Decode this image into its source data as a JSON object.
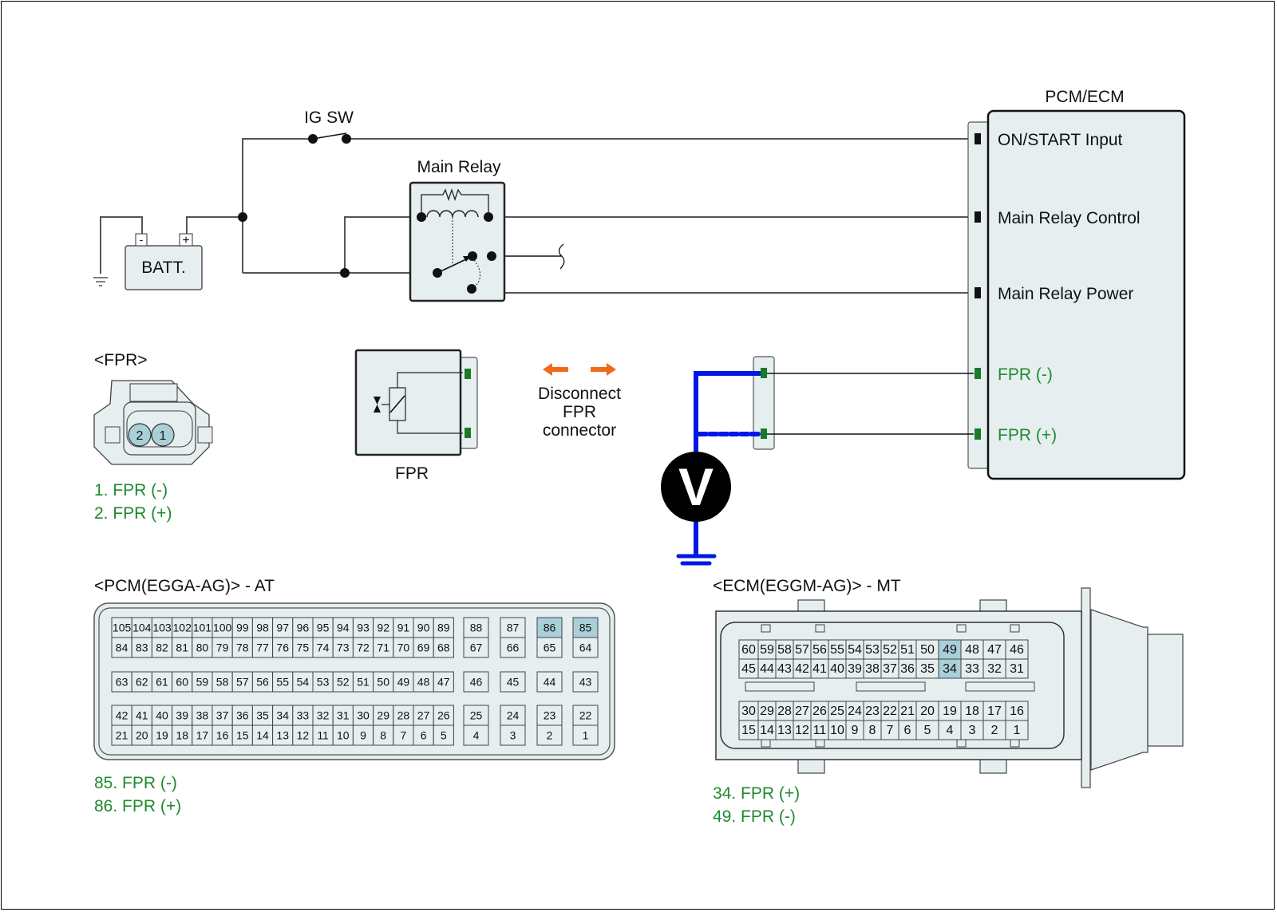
{
  "title": "FPR circuit inspection",
  "colors": {
    "body_fill": "#e6eef0",
    "highlight_pin": "#a9cfd8",
    "signal_green": "#1f8a2e",
    "meter_wire": "#0018e6",
    "arrow_orange": "#f06a1a"
  },
  "circuit": {
    "ig_sw": "IG SW",
    "main_relay": "Main Relay",
    "battery": "BATT.",
    "battery_minus": "-",
    "battery_plus": "+",
    "module_title": "PCM/ECM",
    "terminals": [
      {
        "label": "ON/START Input",
        "color": "black"
      },
      {
        "label": "Main Relay Control",
        "color": "black"
      },
      {
        "label": "Main Relay Power",
        "color": "black"
      },
      {
        "label": "FPR (-)",
        "color": "green"
      },
      {
        "label": "FPR (+)",
        "color": "green"
      }
    ],
    "fpr_component_label": "FPR",
    "disconnect_note": [
      "Disconnect",
      "FPR",
      "connector"
    ],
    "meter_symbol": "V"
  },
  "fpr_connector": {
    "title": "<FPR>",
    "pins": [
      "2",
      "1"
    ],
    "legend": [
      "1. FPR (-)",
      "2. FPR (+)"
    ]
  },
  "pcm_connector": {
    "title": "<PCM(EGGA-AG)> - AT",
    "group_a": {
      "rows": [
        [
          "105",
          "104",
          "103",
          "102",
          "101",
          "100",
          "99",
          "98",
          "97",
          "96",
          "95",
          "94",
          "93",
          "92",
          "91",
          "90",
          "89"
        ],
        [
          "84",
          "83",
          "82",
          "81",
          "80",
          "79",
          "78",
          "77",
          "76",
          "75",
          "74",
          "73",
          "72",
          "71",
          "70",
          "69",
          "68"
        ]
      ],
      "side": [
        [
          "88",
          "67"
        ],
        [
          "87",
          "66"
        ],
        [
          "86",
          "65"
        ],
        [
          "85",
          "64"
        ]
      ]
    },
    "group_b": {
      "rows": [
        [
          "63",
          "62",
          "61",
          "60",
          "59",
          "58",
          "57",
          "56",
          "55",
          "54",
          "53",
          "52",
          "51",
          "50",
          "49",
          "48",
          "47"
        ]
      ],
      "side": [
        [
          "46"
        ],
        [
          "45"
        ],
        [
          "44"
        ],
        [
          "43"
        ]
      ]
    },
    "group_c": {
      "rows": [
        [
          "42",
          "41",
          "40",
          "39",
          "38",
          "37",
          "36",
          "35",
          "34",
          "33",
          "32",
          "31",
          "30",
          "29",
          "28",
          "27",
          "26"
        ],
        [
          "21",
          "20",
          "19",
          "18",
          "17",
          "16",
          "15",
          "14",
          "13",
          "12",
          "11",
          "10",
          "9",
          "8",
          "7",
          "6",
          "5"
        ]
      ],
      "side": [
        [
          "25",
          "4"
        ],
        [
          "24",
          "3"
        ],
        [
          "23",
          "2"
        ],
        [
          "22",
          "1"
        ]
      ]
    },
    "highlighted": [
      "85",
      "86"
    ],
    "legend": [
      "85. FPR (-)",
      "86. FPR (+)"
    ]
  },
  "ecm_connector": {
    "title": "<ECM(EGGM-AG)> - MT",
    "upper_rows": [
      [
        "60",
        "59",
        "58",
        "57",
        "56",
        "55",
        "54",
        "53",
        "52",
        "51",
        "50",
        "49",
        "48",
        "47",
        "46"
      ],
      [
        "45",
        "44",
        "43",
        "42",
        "41",
        "40",
        "39",
        "38",
        "37",
        "36",
        "35",
        "34",
        "33",
        "32",
        "31"
      ]
    ],
    "lower_rows": [
      [
        "30",
        "29",
        "28",
        "27",
        "26",
        "25",
        "24",
        "23",
        "22",
        "21",
        "20",
        "19",
        "18",
        "17",
        "16"
      ],
      [
        "15",
        "14",
        "13",
        "12",
        "11",
        "10",
        "9",
        "8",
        "7",
        "6",
        "5",
        "4",
        "3",
        "2",
        "1"
      ]
    ],
    "highlighted": [
      "49",
      "34"
    ],
    "legend": [
      "34. FPR (+)",
      "49. FPR (-)"
    ]
  }
}
